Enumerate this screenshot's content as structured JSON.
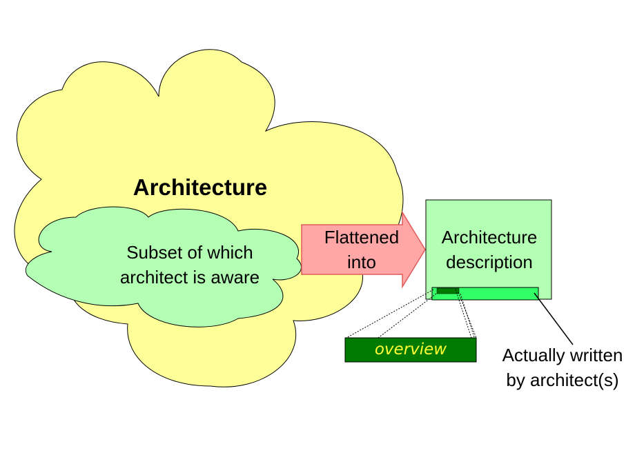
{
  "architecture_cloud": {
    "title": "Architecture",
    "fill": "#ffff99"
  },
  "aware_cloud": {
    "line1": "Subset of which",
    "line2": "architect is aware",
    "fill": "#b3ffb3"
  },
  "arrow": {
    "line1": "Flattened",
    "line2": "into",
    "fill": "#ffa6a6",
    "stroke": "#e05a5a"
  },
  "description_box": {
    "line1": "Architecture",
    "line2": "description",
    "fill": "#b3ffb3"
  },
  "written_bar": {
    "fill": "#33ff66"
  },
  "overview_box": {
    "label": "overview",
    "fill": "#007a00",
    "text_color": "#ffff33"
  },
  "callout": {
    "line1": "Actually written",
    "line2": "by architect(s)"
  }
}
